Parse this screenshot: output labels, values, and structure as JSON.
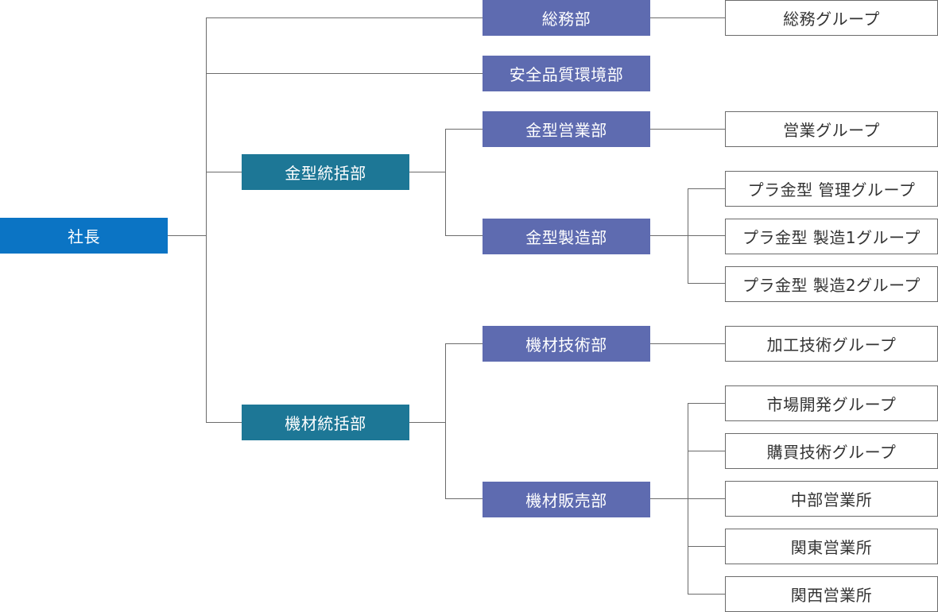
{
  "colors": {
    "president": "#0b74c4",
    "division": "#1d7796",
    "department": "#5e6bb0",
    "group_border": "#6b6b6b",
    "connector": "#6b6b6b"
  },
  "president": "社長",
  "divisions": {
    "mold": "金型統括部",
    "machinery": "機材統括部"
  },
  "departments": {
    "general_affairs": "総務部",
    "safety_quality": "安全品質環境部",
    "mold_sales": "金型営業部",
    "mold_manufacturing": "金型製造部",
    "machinery_tech": "機材技術部",
    "machinery_sales": "機材販売部"
  },
  "groups": {
    "general_affairs_group": "総務グループ",
    "sales_group": "営業グループ",
    "plastic_mold_mgmt": "プラ金型 管理グループ",
    "plastic_mold_mfg1": "プラ金型 製造1グループ",
    "plastic_mold_mfg2": "プラ金型 製造2グループ",
    "processing_tech": "加工技術グループ",
    "market_dev": "市場開発グループ",
    "purchasing_tech": "購買技術グループ",
    "chubu_office": "中部営業所",
    "kanto_office": "関東営業所",
    "kansai_office": "関西営業所"
  }
}
